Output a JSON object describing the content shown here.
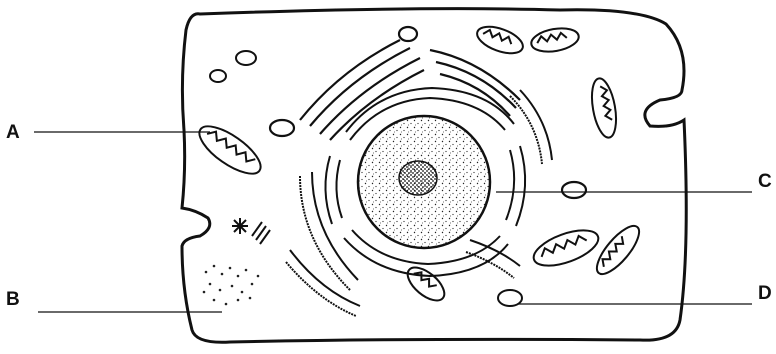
{
  "labels": {
    "a": "A",
    "b": "B",
    "c": "C",
    "d": "D"
  },
  "colors": {
    "ink": "#111111",
    "background": "#ffffff",
    "nucleus_fill": "#ffffff",
    "nucleolus": "#222222"
  }
}
